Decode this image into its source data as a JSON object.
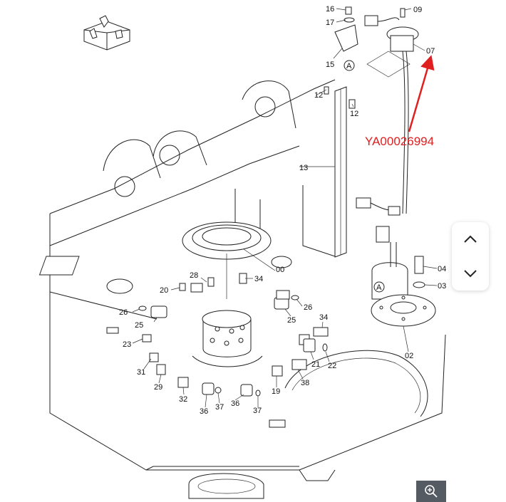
{
  "part_number": "YA00026994",
  "labels": {
    "l16": "16",
    "l09": "09",
    "l17": "17",
    "l07": "07",
    "l15": "15",
    "lA1": "A",
    "l12a": "12",
    "l12b": "12",
    "l13": "13",
    "l28": "28",
    "l34a": "34",
    "l00": "00",
    "l20": "20",
    "l26a": "26",
    "l25a": "25",
    "l26b": "26",
    "l25b": "25",
    "l34b": "34",
    "l23": "23",
    "l21": "21",
    "l22": "22",
    "l31": "31",
    "l29": "29",
    "l38": "38",
    "l32": "32",
    "l19": "19",
    "l36a": "36",
    "l37a": "37",
    "l36b": "36",
    "l37b": "37",
    "l04": "04",
    "l03": "03",
    "lA2": "A",
    "l02": "02"
  },
  "icons": {
    "orientation": "orientation-cube-icon",
    "nav_up": "chevron-up-icon",
    "nav_down": "chevron-down-icon",
    "zoom": "zoom-in-icon"
  },
  "colors": {
    "annotation": "#e02020",
    "line": "#222222",
    "zoom_bg": "#555b63"
  }
}
